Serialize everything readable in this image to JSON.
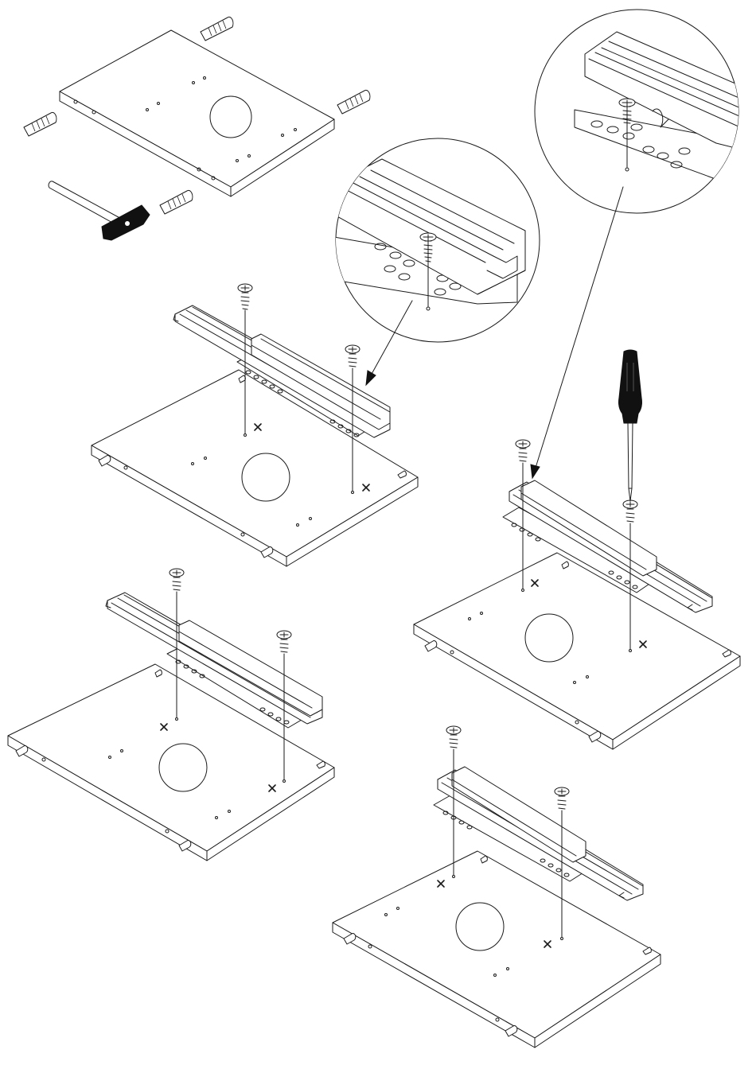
{
  "diagram": {
    "kind": "assembly-instruction",
    "steps": [
      {
        "id": "insert-dowels",
        "tool": "hammer-icon",
        "dowel_count": 4
      },
      {
        "id": "attach-runner-detail-left",
        "screw_count": 2
      },
      {
        "id": "attach-runner-detail-right",
        "tool": "screwdriver-icon",
        "screw_count": 2
      },
      {
        "id": "runner-variant-lower-left",
        "screw_count": 2
      },
      {
        "id": "runner-variant-lower-right",
        "screw_count": 2
      }
    ],
    "magnifier_count": 2,
    "marks": "x-mark"
  },
  "colors": {
    "line": "#1a1a1a",
    "fill": "#ffffff",
    "tool_black": "#111111"
  }
}
